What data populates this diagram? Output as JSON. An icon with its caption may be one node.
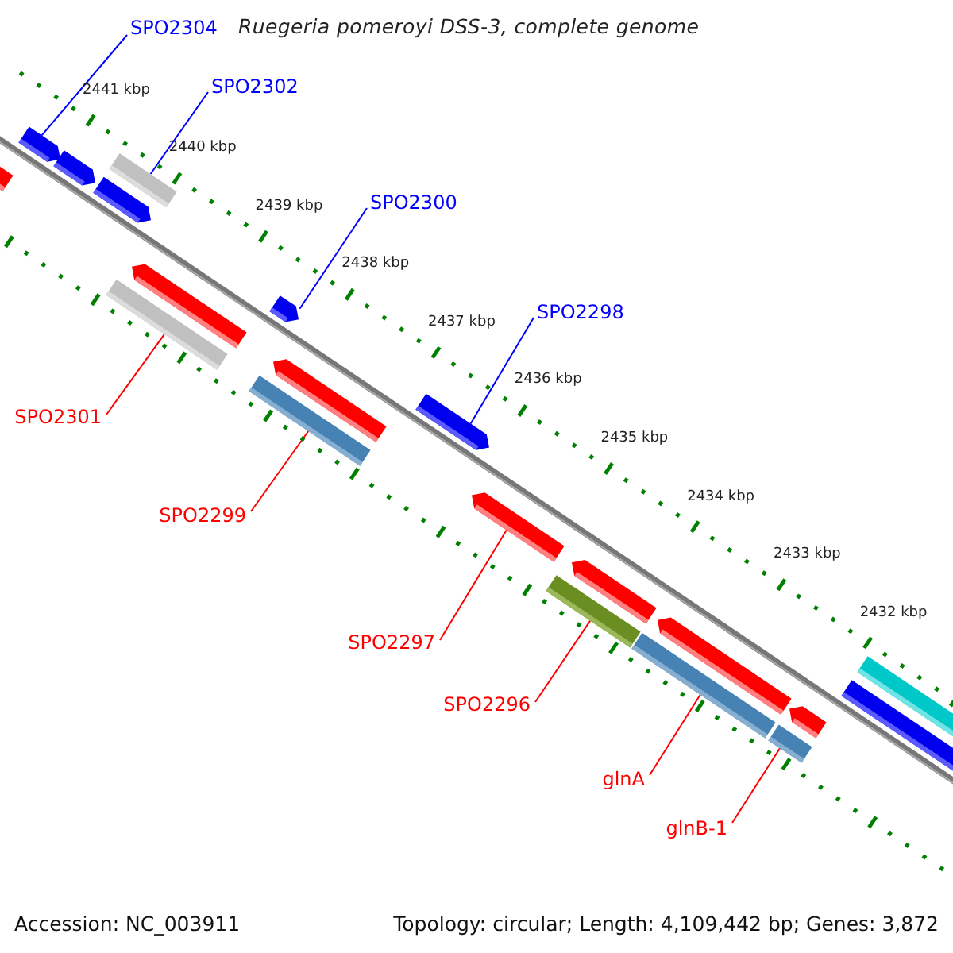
{
  "diagram": {
    "title": "Ruegeria pomeroyi DSS-3, complete genome",
    "nodes": [
      {
        "text": [
          "SPO2304"
        ]
      },
      {
        "text": [
          "SPO2302"
        ]
      },
      {
        "text": [
          "SPO2300"
        ]
      },
      {
        "text": [
          "SPO2298"
        ]
      },
      {
        "text": [
          "SPO2301"
        ]
      },
      {
        "text": [
          "SPO2299"
        ]
      },
      {
        "text": [
          "SPO2297"
        ]
      },
      {
        "text": [
          "SPO2296"
        ]
      },
      {
        "text": [
          "glnA"
        ]
      },
      {
        "text": [
          "glnB-1"
        ]
      },
      {
        "text": [],
        "shape": "arrow"
      },
      {
        "text": [],
        "shape": "arrow"
      },
      {
        "text": [],
        "shape": "arrow"
      },
      {
        "text": [],
        "shape": "arrow"
      },
      {
        "text": [],
        "shape": "bar"
      },
      {
        "text": [],
        "shape": "bar"
      },
      {
        "text": [],
        "shape": "arrow"
      },
      {
        "text": [],
        "shape": "bar"
      },
      {
        "text": [],
        "shape": "arrow"
      },
      {
        "text": [],
        "shape": "arrow"
      },
      {
        "text": [],
        "shape": "arrow"
      },
      {
        "text": [],
        "shape": "arrow"
      },
      {
        "text": [],
        "shape": "bar"
      },
      {
        "text": [],
        "shape": "arrow"
      },
      {
        "text": [],
        "shape": "bar"
      },
      {
        "text": [],
        "shape": "arrow"
      },
      {
        "text": [],
        "shape": "bar"
      },
      {
        "text": [],
        "shape": "arrow"
      },
      {
        "text": [],
        "shape": "arrow"
      },
      {
        "text": [],
        "shape": "bar"
      }
    ],
    "edges": [
      {
        "from": 0,
        "to": 11,
        "arrow": "none",
        "color": "#0000ff"
      },
      {
        "from": 1,
        "to": 15,
        "arrow": "none",
        "color": "#0000ff"
      },
      {
        "from": 2,
        "to": 19,
        "arrow": "none",
        "color": "#0000ff"
      },
      {
        "from": 3,
        "to": 20,
        "arrow": "none",
        "color": "#0000ff"
      },
      {
        "from": 4,
        "to": 14,
        "arrow": "none"
      },
      {
        "from": 5,
        "to": 17,
        "arrow": "none"
      },
      {
        "from": 6,
        "to": 21,
        "arrow": "none"
      },
      {
        "from": 7,
        "to": 22,
        "arrow": "none"
      },
      {
        "from": 8,
        "to": 24,
        "arrow": "none"
      },
      {
        "from": 9,
        "to": 26,
        "arrow": "none"
      }
    ],
    "labels": [
      "2441 kbp",
      "2440 kbp",
      "2439 kbp",
      "2438 kbp",
      "2437 kbp",
      "2436 kbp",
      "2435 kbp",
      "2434 kbp",
      "2433 kbp",
      "2432 kbp",
      "Accession: NC_003911",
      "Topology: circular; Length: 4,109,442 bp; Genes: 3,872"
    ]
  }
}
